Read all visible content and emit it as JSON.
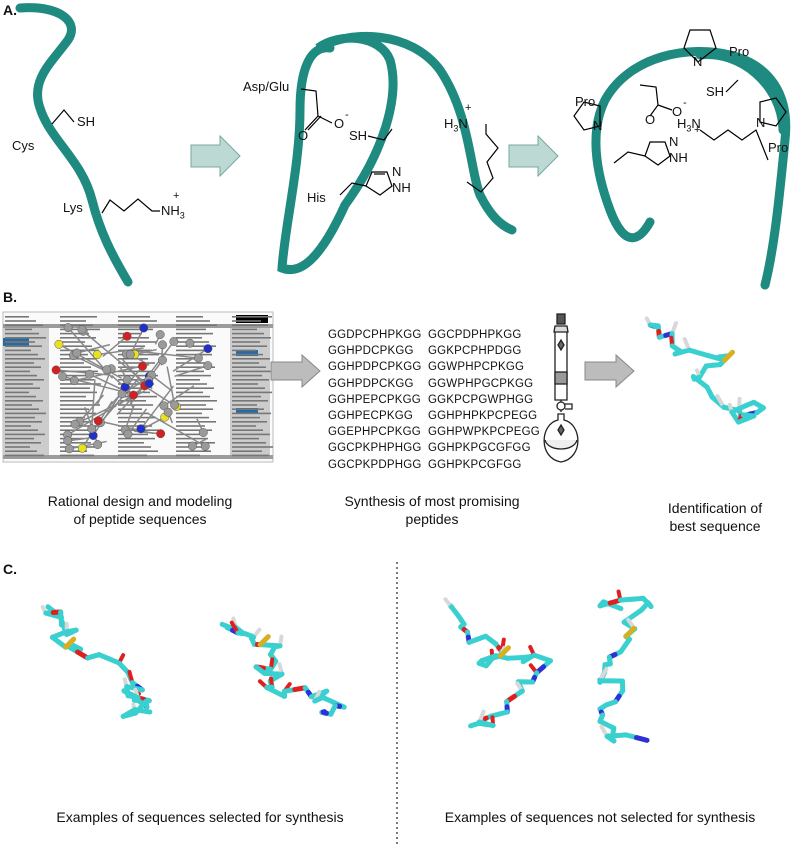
{
  "panels": {
    "a": {
      "label": "A.",
      "residues": {
        "cys": "Cys",
        "sh1": "SH",
        "lys": "Lys",
        "nh3": "NH",
        "nh3_sub": "3",
        "nh3_plus": "+",
        "aspglu": "Asp/Glu",
        "o_carbonyl": "O",
        "o_minus": "O",
        "minus": "-",
        "sh2": "SH",
        "his": "His",
        "nh_ring": "NH",
        "n_ring": "N",
        "h3n": "H",
        "h3n_sub": "3",
        "h3n_n": "N",
        "h3n_plus": "+",
        "pro1": "Pro",
        "pro2": "Pro",
        "pro3": "Pro",
        "n_pro1": "N",
        "n_pro2": "N",
        "n_pro3": "N",
        "o3": "O",
        "o3b": "O",
        "minus3": "-",
        "sh3": "SH",
        "h3n3": "H",
        "h3n3_sub": "3",
        "h3n3_n": "N",
        "h3n3_plus": "+",
        "nh_ring3": "NH",
        "n_ring3": "N"
      }
    },
    "b": {
      "label": "B.",
      "sequences_left": [
        "GGDPCPHPKGG",
        "GGHPDCPKGG",
        "GGHPDPCPKGG",
        "GGHPDPCKGG",
        "GGHPEPCPKGG",
        "GGHPECPKGG",
        "GGEPHPCPKGG",
        "GGCPKPHPHGG",
        "GGCPKPDPHGG"
      ],
      "sequences_right": [
        "GGCPDPHPKGG",
        "GGKPCPHPDGG",
        "GGWPHPCPKGG",
        "GGWPHPGCPKGG",
        "GGKPCPGWPHGG",
        "GGHPHPKPCPEGG",
        "GGHPWPKPCPEGG",
        "GGHPKPGCGFGG",
        "GGHPKPCGFGG"
      ],
      "caption_design_1": "Rational design and modeling",
      "caption_design_2": "of peptide sequences",
      "caption_synth_1": "Synthesis of most promising",
      "caption_synth_2": "peptides",
      "caption_ident_1": "Identification of",
      "caption_ident_2": "best sequence"
    },
    "c": {
      "label": "C.",
      "caption_selected": "Examples of sequences selected for synthesis",
      "caption_not_selected": "Examples of sequences not selected for synthesis"
    }
  },
  "colors": {
    "backbone": "#1f8a80",
    "arrow_fill": "#bcd9d4",
    "arrow_stroke": "#7aa7a1",
    "carbon": "#3ad0d0",
    "nitrogen": "#3030d8",
    "oxygen": "#e02020",
    "sulfur": "#d6b020",
    "hydrogen": "#d8d8d8"
  }
}
